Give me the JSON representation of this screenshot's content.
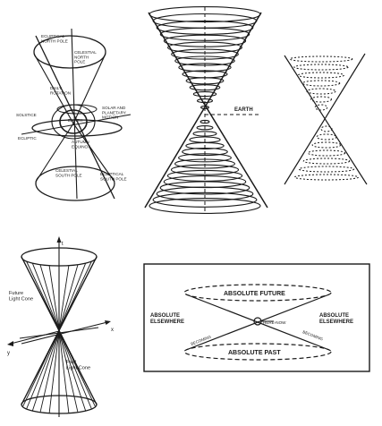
{
  "panel_precession": {
    "north_pole": "ECLIPTICAL\nNORTH POLE",
    "celestial_north_pole": "CELESTIAL\nNORTH\nPOLE",
    "daily_rotation": "DAILY\nROTATION",
    "earth": "EARTH",
    "lunar_planetary_motion": "SOLAR AND\nPLANETARY\nMOTION",
    "solstice": "SOLSTICE",
    "ecliptic": "ECLIPTIC",
    "autumn_equinox": "AUTUMN\nEQUINOX",
    "celestial_south_pole": "CELESTIAL\nSOUTH POLE",
    "south_pole": "ECLIPTICAL\nSOUTH POLE"
  },
  "panel_earth_cone": {
    "earth_label": "EARTH"
  },
  "panel_light_cone": {
    "future_label": "Future\nLight Cone",
    "past_label": "Past\nLight Cone",
    "t_axis": "t",
    "x_axis": "x",
    "y_axis": "y"
  },
  "panel_spacetime": {
    "absolute_future": "ABSOLUTE FUTURE",
    "absolute_past": "ABSOLUTE PAST",
    "absolute_elsewhere_left": "ABSOLUTE\nELSEWHERE",
    "absolute_elsewhere_right": "ABSOLUTE\nELSEWHERE",
    "here_now": "HERE-NOW",
    "light_line_left": "BECOMING",
    "light_line_right": "BECOMING"
  }
}
